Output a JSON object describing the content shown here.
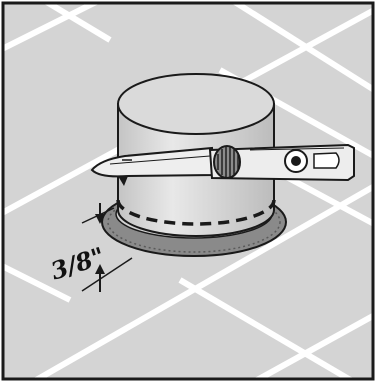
{
  "figure": {
    "dimension_label": "3/8\"",
    "colors": {
      "floor": "#d4d4d4",
      "grout": "#ffffff",
      "outline": "#1a1a1a",
      "gasket": "#8a8a8a",
      "cylinder_top": "#dadada",
      "knife_blade": "#eeeeee"
    },
    "parts": [
      "floor-tile",
      "cylinder",
      "gasket-ring",
      "cut-line",
      "utility-knife",
      "dimension-marker"
    ]
  }
}
